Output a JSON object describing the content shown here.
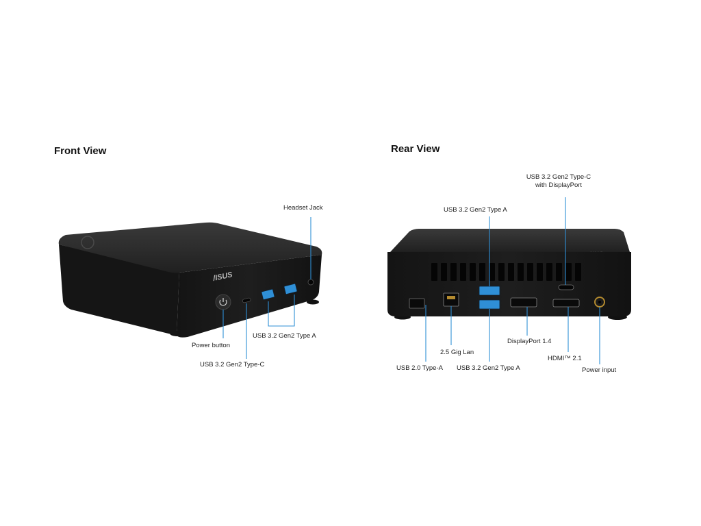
{
  "front": {
    "title": "Front View",
    "brand": "/ISUS",
    "labels": {
      "headset_jack": "Headset Jack",
      "usb_a": "USB 3.2 Gen2 Type A",
      "power_button": "Power button",
      "usb_c": "USB 3.2 Gen2 Type-C"
    }
  },
  "rear": {
    "title": "Rear View",
    "labels": {
      "usb_c_dp_line1": "USB 3.2 Gen2 Type-C",
      "usb_c_dp_line2": "with DisplayPort",
      "usb_a_top": "USB 3.2 Gen2 Type A",
      "lan": "2.5 Gig Lan",
      "displayport": "DisplayPort 1.4",
      "usb20": "USB 2.0 Type-A",
      "usb_a_bottom": "USB 3.2 Gen2 Type A",
      "hdmi": "HDMI™ 2.1",
      "power_input": "Power input"
    }
  },
  "colors": {
    "accent": "#2f8fd6",
    "body": "#1b1b1b",
    "top": "#2a2a2a"
  }
}
